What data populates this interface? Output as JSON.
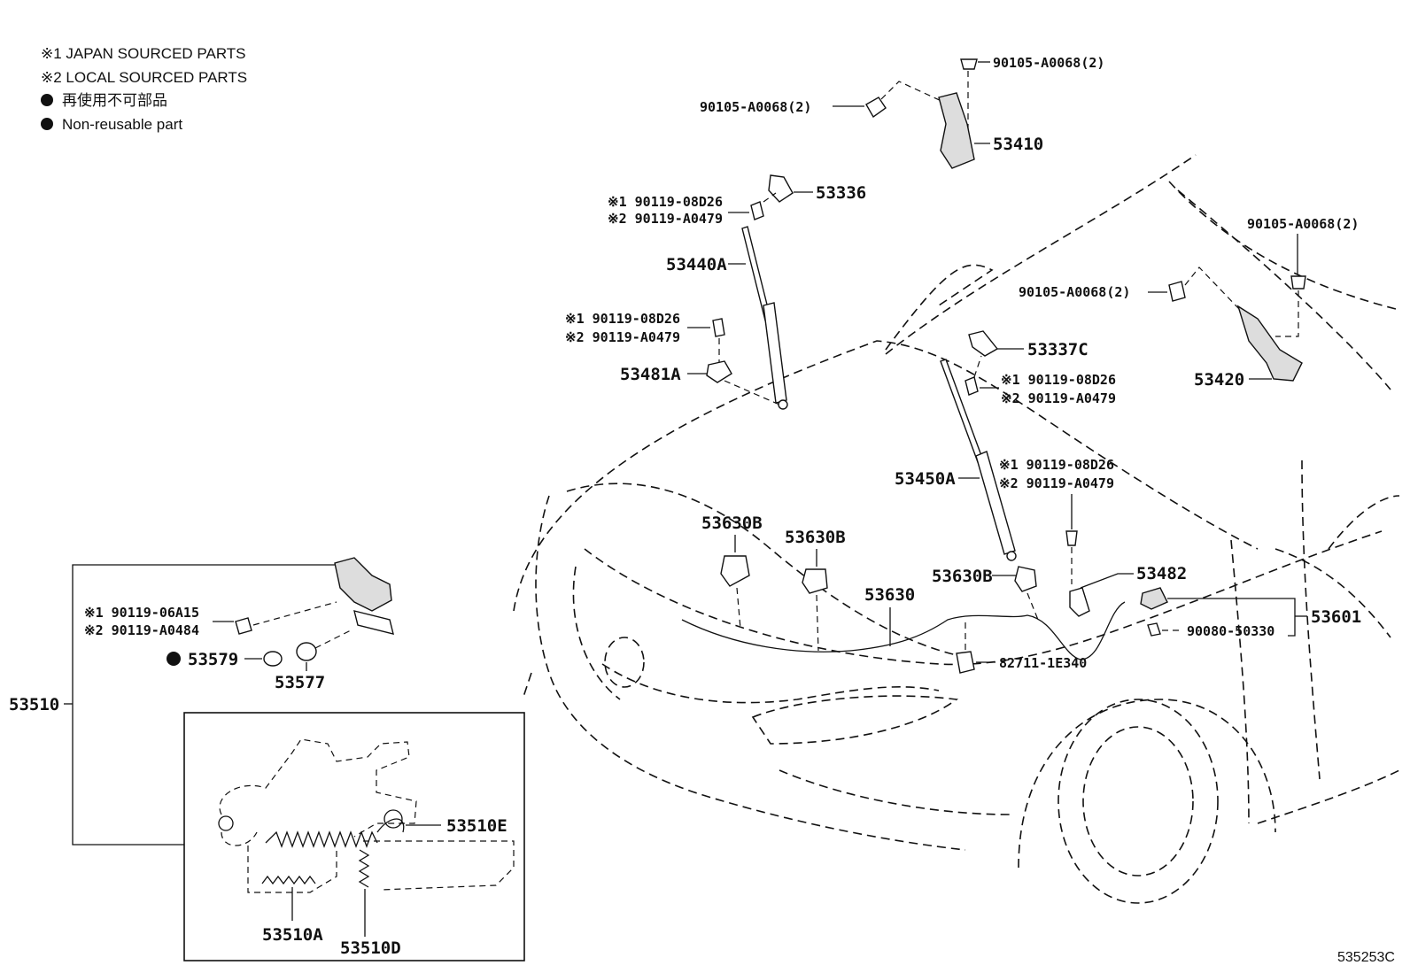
{
  "legend": {
    "japan": "※1  JAPAN SOURCED PARTS",
    "local": "※2  LOCAL SOURCED PARTS",
    "nonreusable_jp": "再使用不可部品",
    "nonreusable_en": "Non-reusable part"
  },
  "labels": {
    "p90105_top": "90105-A0068(2)",
    "p90105_left": "90105-A0068(2)",
    "p53410": "53410",
    "p53336": "53336",
    "p53336_b1": "※1 90119-08D26",
    "p53336_b2": "※2 90119-A0479",
    "p53440A": "53440A",
    "p53481A_b1": "※1 90119-08D26",
    "p53481A_b2": "※2 90119-A0479",
    "p53481A": "53481A",
    "p90105_right_top": "90105-A0068(2)",
    "p90105_right_mid": "90105-A0068(2)",
    "p53420": "53420",
    "p53337C": "53337C",
    "p53337C_b1": "※1 90119-08D26",
    "p53337C_b2": "※2 90119-A0479",
    "p53450A": "53450A",
    "p53450A_b1": "※1 90119-08D26",
    "p53450A_b2": "※2 90119-A0479",
    "p53630B_1": "53630B",
    "p53630B_2": "53630B",
    "p53630B_3": "53630B",
    "p53630": "53630",
    "p53482": "53482",
    "p53601": "53601",
    "p90080": "90080-50330",
    "p82711": "82711-1E340",
    "p53510_b1": "※1 90119-06A15",
    "p53510_b2": "※2 90119-A0484",
    "p53579": "53579",
    "p53577": "53577",
    "p53510": "53510",
    "p53510E": "53510E",
    "p53510A": "53510A",
    "p53510D": "53510D",
    "diagram_id": "535253C"
  }
}
